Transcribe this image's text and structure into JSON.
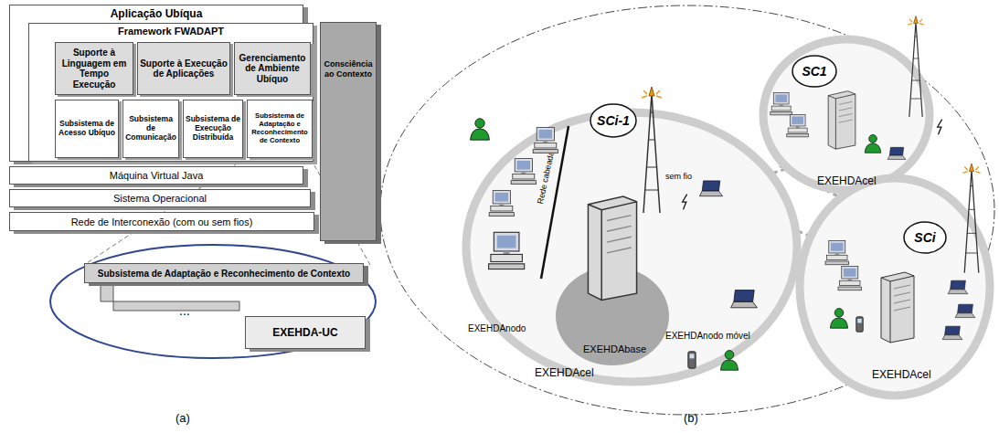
{
  "diagram": {
    "nodes": [
      {
        "text": [
          "Aplicação Ubíqua"
        ]
      },
      {
        "text": [
          "Framework FWADAPT"
        ],
        "in": 0
      },
      {
        "text": [
          "Suporte à Linguagem em Tempo Execução"
        ],
        "in": 1
      },
      {
        "text": [
          "Suporte à Execução de Aplicações"
        ],
        "in": 1
      },
      {
        "text": [
          "Gerenciamento de Ambiente Ubíquo"
        ],
        "in": 1
      },
      {
        "text": [
          "Subsistema de Acesso Ubíquo"
        ],
        "in": 1
      },
      {
        "text": [
          "Subsistema de Comunicação"
        ],
        "in": 1
      },
      {
        "text": [
          "Subsistema de Execução Distribuída"
        ],
        "in": 1
      },
      {
        "text": [
          "Subsistema de Adaptação e Reconhecimento de Contexto"
        ],
        "in": 1
      },
      {
        "text": [
          "Consciência ao Contexto"
        ]
      },
      {
        "text": [
          "Máquina Virtual Java"
        ]
      },
      {
        "text": [
          "Sistema Operacional"
        ]
      },
      {
        "text": [
          "Rede de Interconexão (com ou sem fios)"
        ]
      },
      {
        "text": [
          "Subsistema de Adaptação e Reconhecimento de Contexto"
        ]
      },
      {
        "text": [
          "EXEHDA-UC"
        ]
      },
      {
        "text": [
          "EXEHDAcel"
        ]
      },
      {
        "text": [
          "SCi-1"
        ],
        "in": 15
      },
      {
        "text": [
          "EXEHDAbase"
        ],
        "in": 15
      },
      {
        "text": [
          "EXEHDAcel"
        ]
      },
      {
        "text": [
          "SC1"
        ],
        "in": 18
      },
      {
        "text": [
          "EXEHDAcel"
        ]
      },
      {
        "text": [
          "SCi"
        ],
        "in": 20
      }
    ],
    "edges": [
      {
        "from": 15,
        "to": 18,
        "arrow": "none"
      },
      {
        "from": 15,
        "to": 20,
        "arrow": "none"
      },
      {
        "from": 18,
        "to": 20,
        "arrow": "none"
      }
    ],
    "labels": [
      "(a)",
      "(b)",
      "...",
      "EXEHDAnodo",
      "EXEHDAnodo móvel",
      "Rede cabeada",
      "sem fio"
    ]
  }
}
